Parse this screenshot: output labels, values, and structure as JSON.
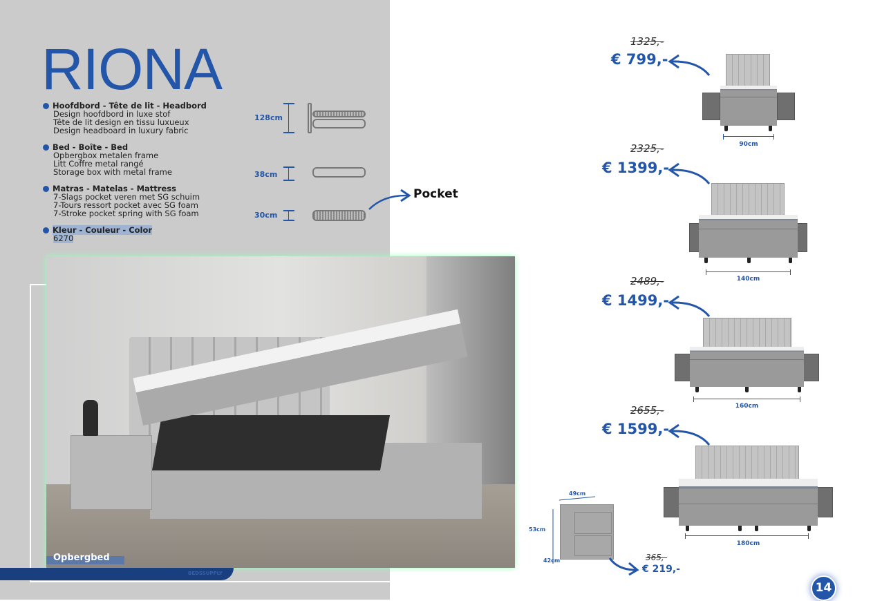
{
  "title": "RIONA",
  "specs": [
    {
      "heading": "Hoofdbord - Tête de lit - Headbord",
      "lines": [
        "Design hoofdbord in luxe stof",
        "Tête de lit design en tissu luxueux",
        "Design headboard in luxury fabric"
      ]
    },
    {
      "heading": "Bed - Boîte - Bed",
      "lines": [
        "Opbergbox metalen frame",
        "Litt Coffre metal rangé",
        "Storage box with metal frame"
      ]
    },
    {
      "heading": "Matras - Matelas - Mattress",
      "lines": [
        "7-Slags pocket veren met SG schuim",
        "7-Tours ressort pocket avec SG foam",
        "7-Stroke pocket spring with SG foam"
      ]
    },
    {
      "heading": "Kleur - Couleur - Color",
      "lines": [
        "6270"
      ]
    }
  ],
  "dimensions": {
    "headboard": "128cm",
    "bed": "38cm",
    "mattress": "30cm"
  },
  "pocket_label": "Pocket",
  "photo_label": "Opbergbed",
  "brand": "BEDSSUPPLY",
  "beds": [
    {
      "width": "90cm",
      "old_price": "1325,-",
      "price": "€  799,-"
    },
    {
      "width": "140cm",
      "old_price": "2325,-",
      "price": "€  1399,-"
    },
    {
      "width": "160cm",
      "old_price": "2489,-",
      "price": "€  1499,-"
    },
    {
      "width": "180cm",
      "old_price": "2655,-",
      "price": "€  1599,-"
    }
  ],
  "nightstand": {
    "width": "49cm",
    "height": "53cm",
    "depth": "42cm",
    "old_price": "365,-",
    "price": "€ 219,-"
  },
  "page_number": "14",
  "colors": {
    "accent": "#2356a8",
    "panel": "#cbcbcb"
  }
}
